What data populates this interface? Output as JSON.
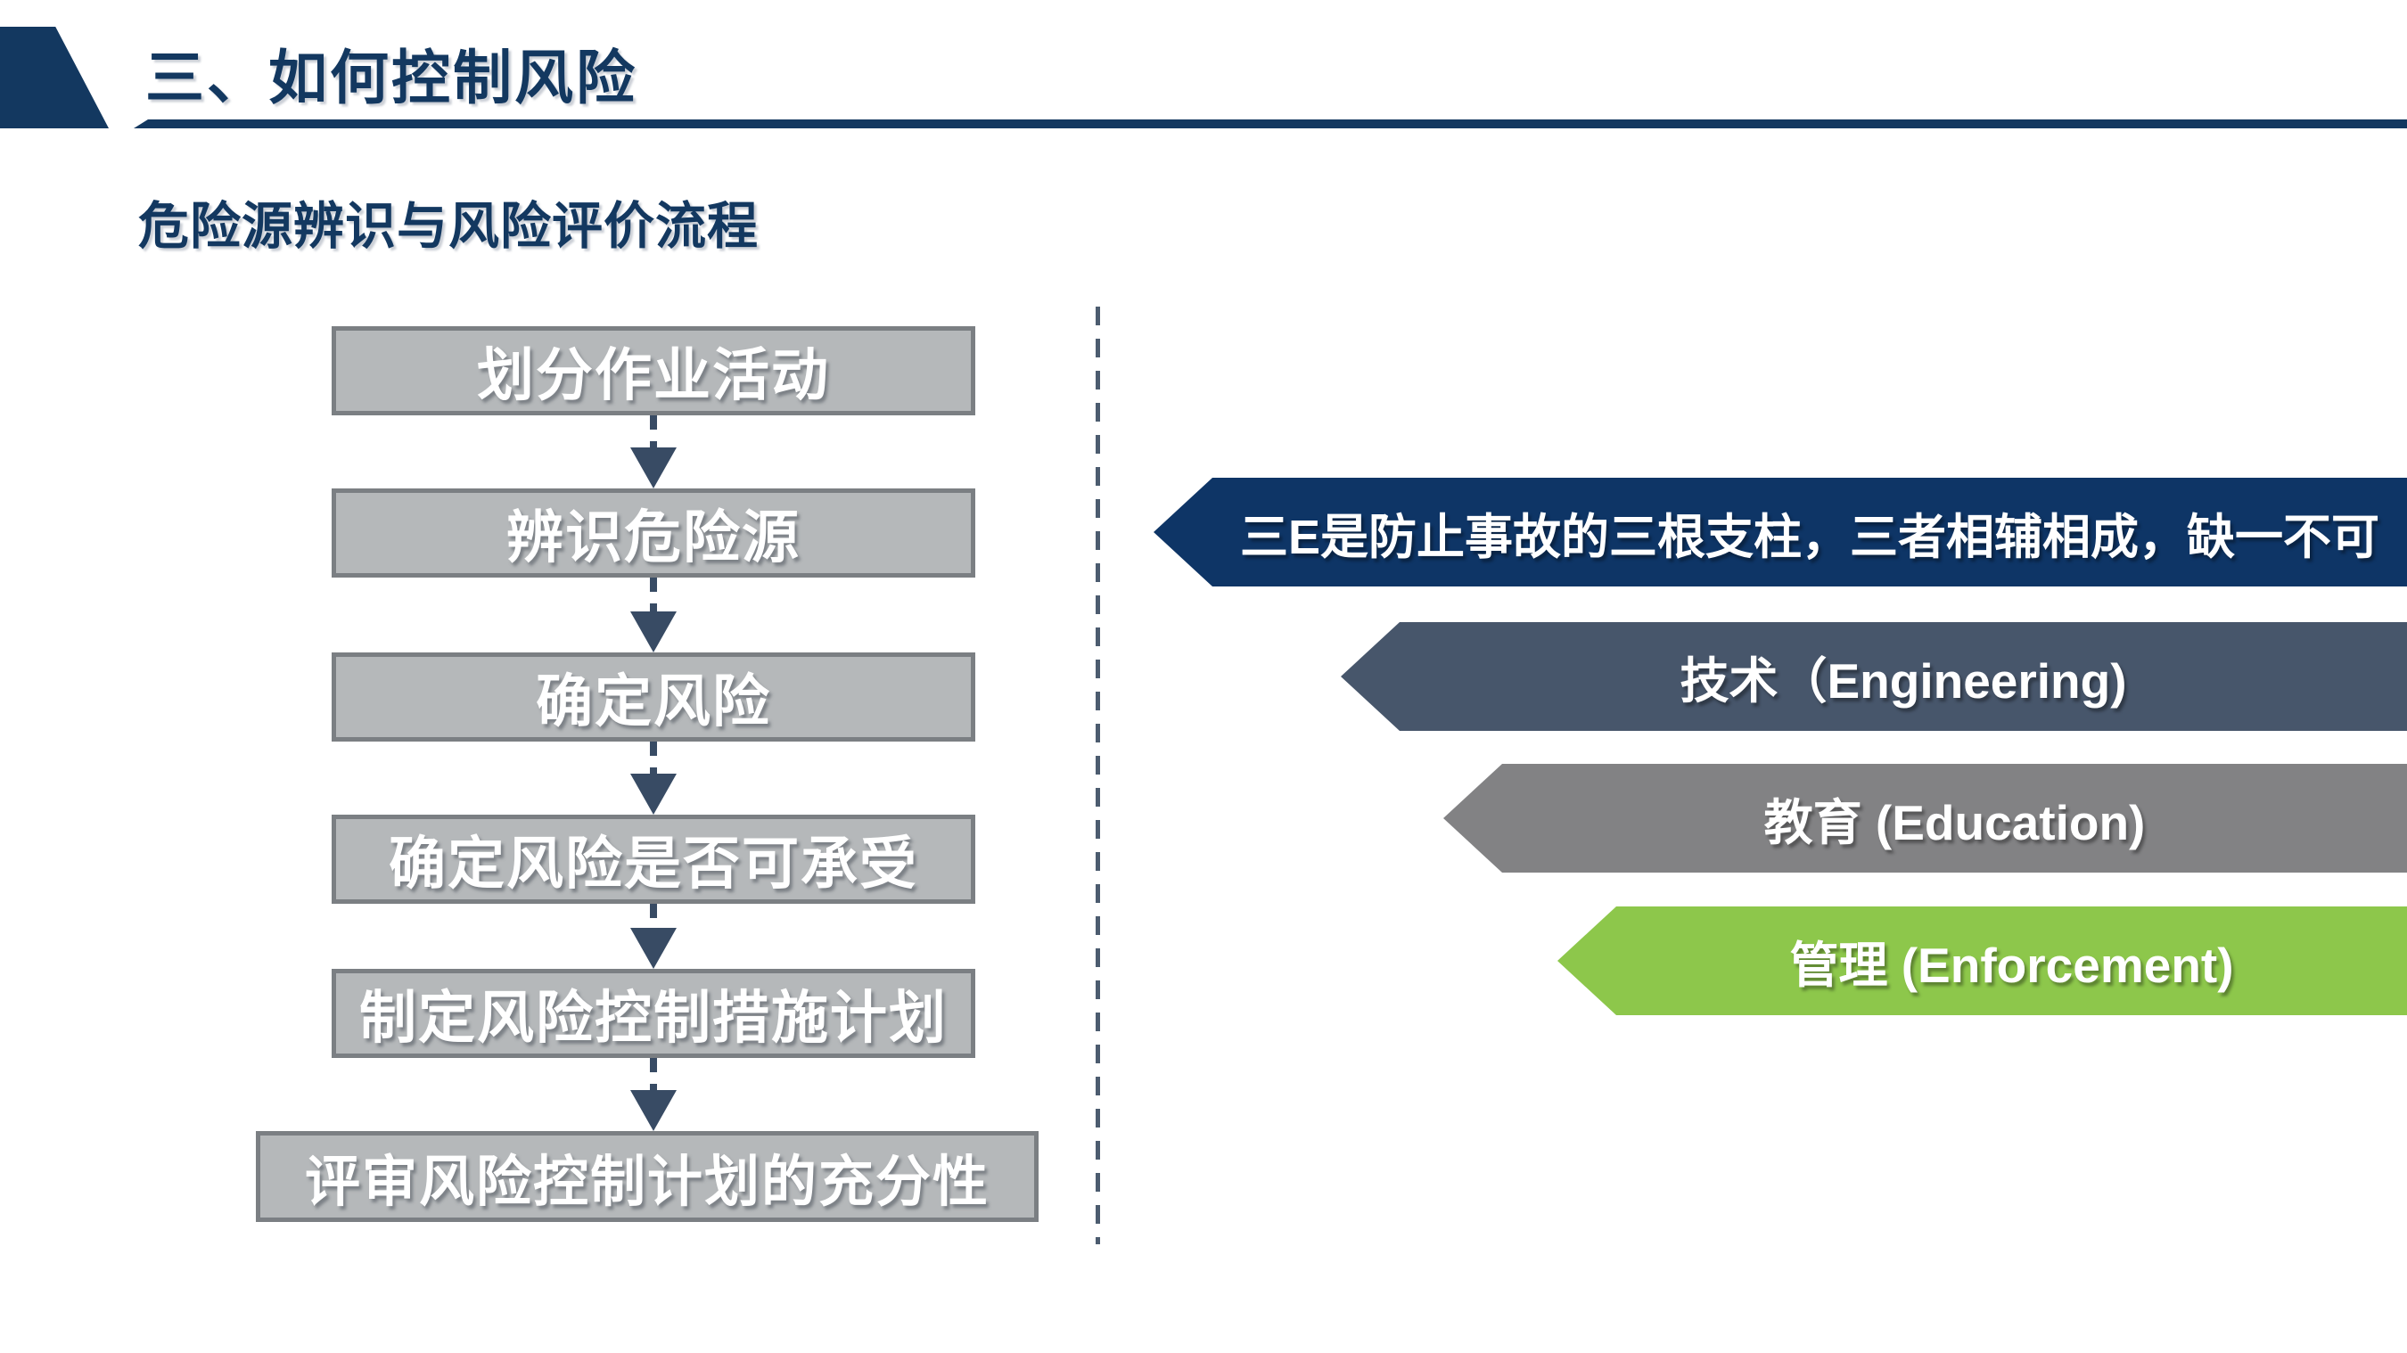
{
  "slide": {
    "title": "三、如何控制风险",
    "subtitle": "危险源辨识与风险评价流程"
  },
  "flow": {
    "steps": [
      {
        "label": "划分作业活动"
      },
      {
        "label": "辨识危险源"
      },
      {
        "label": "确定风险"
      },
      {
        "label": "确定风险是否可承受"
      },
      {
        "label": "制定风险控制措施计划"
      },
      {
        "label": "评审风险控制计划的充分性"
      }
    ]
  },
  "banners": {
    "headline": {
      "label": "三E是防止事故的三根支柱，三者相辅相成，缺一不可",
      "color": "#0e3566"
    },
    "items": [
      {
        "label": "技术（Engineering)",
        "color": "#47566b"
      },
      {
        "label": "教育 (Education)",
        "color": "#828284"
      },
      {
        "label": "管理 (Enforcement)",
        "color": "#8dc74b"
      }
    ]
  },
  "colors": {
    "navy": "#133860",
    "box_fill": "#b5b8ba",
    "box_border": "#7b7f83",
    "arrow": "#384b64"
  }
}
